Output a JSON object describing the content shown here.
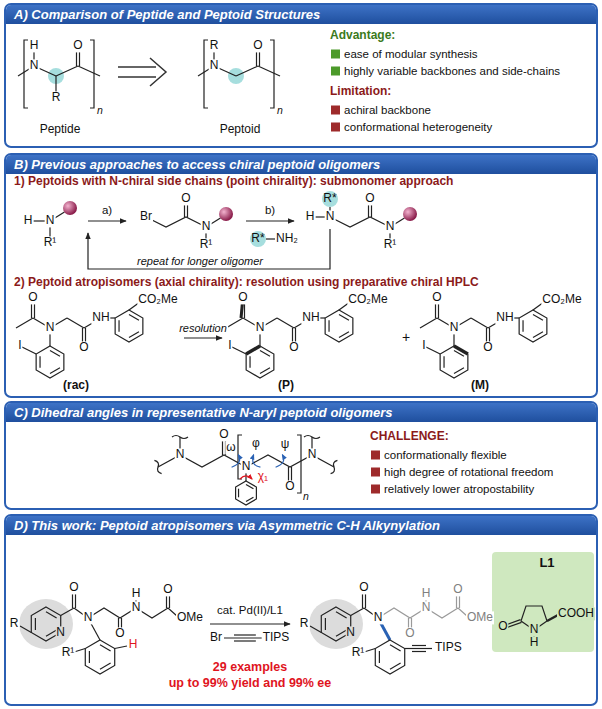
{
  "diagram": {
    "nodes": [
      {
        "text": [
          "A) Comparison of Peptide and Peptoid Structures"
        ]
      },
      {
        "text": [
          "B) Previous approaches to access chiral peptoid oligomers"
        ]
      },
      {
        "text": [
          "C) Dihedral angles in representative N-aryl peptoid oligomers"
        ]
      },
      {
        "text": [
          "D) This work: Peptoid atropisomers via Asymmetric C-H Alkynylation"
        ]
      },
      {
        "text": [
          "L1"
        ],
        "in": 3
      }
    ],
    "labels": [
      "H",
      "N",
      "O",
      "R",
      "n",
      "Peptide",
      "R",
      "N",
      "O",
      "n",
      "Peptoid",
      "Advantage:",
      "ease of modular synthesis",
      "highly variable backbones and side-chains",
      "Limitation:",
      "achiral backbone",
      "conformational heterogeneity",
      "1) Peptoids with N-chiral side chains (point chirality): submonomer approach",
      "H",
      "N",
      "R¹",
      "a)",
      "Br",
      "O",
      "N",
      "R¹",
      "b)",
      "R*",
      "NH₂",
      "R*",
      "H",
      "N",
      "O",
      "N",
      "R¹",
      "repeat for longer oligomer",
      "2) Peptoid atropisomers (axial chirality): resolution using preparative chiral HPLC",
      "O",
      "N",
      "O",
      "NH",
      "CO₂Me",
      "I",
      "(rac)",
      "resolution",
      "O",
      "N",
      "O",
      "NH",
      "CO₂Me",
      "I",
      "(P)",
      "+",
      "O",
      "N",
      "O",
      "NH",
      "CO₂Me",
      "I",
      "(M)",
      "N",
      "O",
      "ω",
      "N",
      "φ",
      "ψ",
      "O",
      "χ₁",
      "N",
      "n",
      "CHALLENGE:",
      "conformationally flexible",
      "high degree of rotational freedom",
      "relatively lower atropostability",
      "R",
      "N",
      "O",
      "N",
      "R¹",
      "H",
      "O",
      "N",
      "H",
      "O",
      "OMe",
      "cat. Pd(II)/L1",
      "Br",
      "TIPS",
      "29 examples",
      "up to 99% yield and 99% ee",
      "R",
      "N",
      "O",
      "N",
      "R¹",
      "O",
      "N",
      "H",
      "O",
      "OMe",
      "TIPS",
      "O",
      "N",
      "H",
      "COOH"
    ]
  }
}
